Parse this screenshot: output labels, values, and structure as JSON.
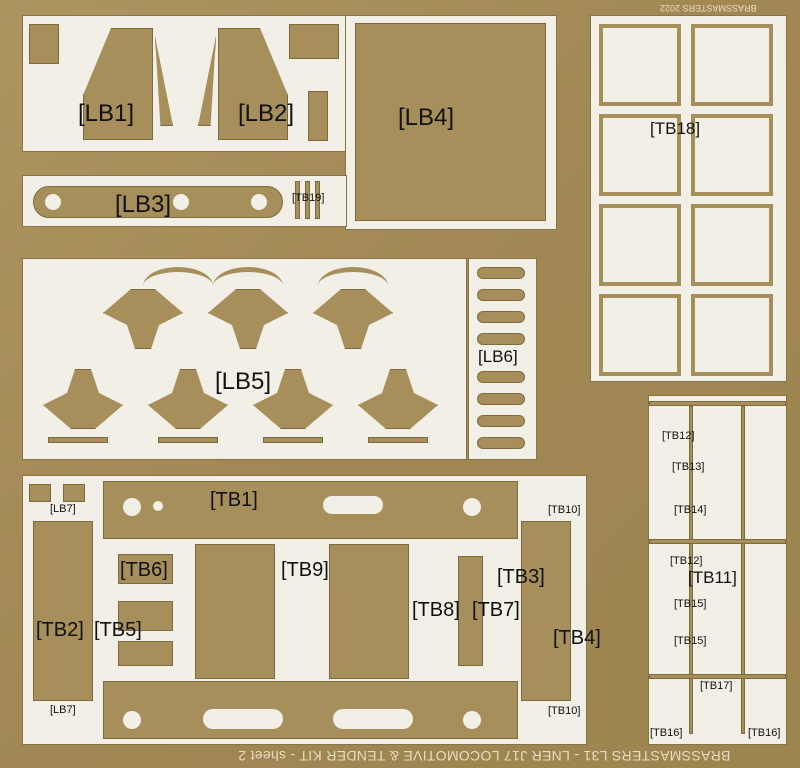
{
  "sheet_title": "BRASSMASTERS L31 - LNER J17 LOCOMOTIVE & TENDER KIT - sheet 2",
  "sheet_year": "BRASSMASTERS 2022",
  "colors": {
    "brass": "#a78f5b",
    "background": "#f2efe6"
  },
  "labels": [
    "[LB1]",
    "[LB2]",
    "[LB3]",
    "[LB4]",
    "[TB19]",
    "[TB18]",
    "[LB5]",
    "[LB6]",
    "[LB7]",
    "[LB7]",
    "[TB1]",
    "[TB10]",
    "[TB10]",
    "[TB6]",
    "[TB9]",
    "[TB3]",
    "[TB2]",
    "[TB5]",
    "[TB8]",
    "[TB7]",
    "[TB4]",
    "[TB12]",
    "[TB13]",
    "[TB14]",
    "[TB12]",
    "[TB11]",
    "[TB15]",
    "[TB15]",
    "[TB17]",
    "[TB16]",
    "[TB16]"
  ]
}
